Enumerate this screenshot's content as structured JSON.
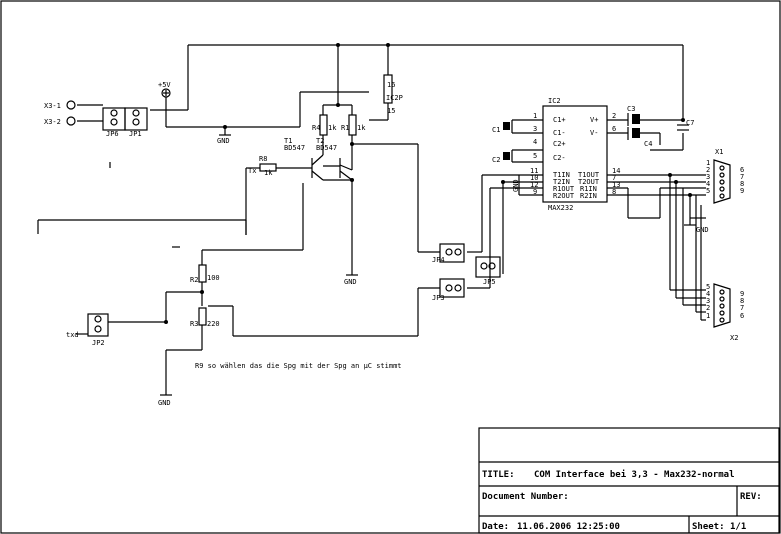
{
  "title_block": {
    "title_label": "TITLE:",
    "title_value": "COM Interface bei 3,3 - Max232-normal",
    "doc_number_label": "Document Number:",
    "rev_label": "REV:",
    "date_label": "Date:",
    "date_value": "11.06.2006 12:25:00",
    "sheet_label": "Sheet:",
    "sheet_value": "1/1"
  },
  "connectors": {
    "x3_1": "X3-1",
    "x3_2": "X3-2",
    "jp6": "JP6",
    "jp1": "JP1",
    "jp2": "JP2",
    "jp3": "JP3",
    "jp4": "JP4",
    "jp5": "JP5",
    "x1": "X1",
    "x2": "X2",
    "txd": "txd"
  },
  "power": {
    "plus5v": "+5V",
    "gnd": "GND"
  },
  "components": {
    "t1": "T1",
    "t1_type": "BD547",
    "t2": "T2",
    "t2_type": "BD547",
    "r4": "R4",
    "r4_val": "1k",
    "r1": "R1",
    "r1_val": "1k",
    "r8": "R8",
    "r8_val": "1k",
    "tx_label": "Tx",
    "r2": "R2",
    "r2_val": "100",
    "r3": "R3",
    "r3_val": "220",
    "ic2p": "IC2P",
    "ic2p_pin16": "16",
    "ic2p_pin15": "15",
    "ic2": "IC2",
    "ic2_type": "MAX232",
    "c1": "C1",
    "c2": "C2",
    "c3": "C3",
    "c4": "C4",
    "c7": "C7"
  },
  "ic_pins": {
    "left": [
      {
        "name": "C1+",
        "num": "1"
      },
      {
        "name": "C1-",
        "num": "3"
      },
      {
        "name": "C2+",
        "num": "4"
      },
      {
        "name": "C2-",
        "num": "5"
      },
      {
        "name": "T1IN",
        "num": "11"
      },
      {
        "name": "T2IN",
        "num": "10"
      },
      {
        "name": "R1OUT",
        "num": "12"
      },
      {
        "name": "R2OUT",
        "num": "9"
      }
    ],
    "right": [
      {
        "name": "V+",
        "num": "2"
      },
      {
        "name": "V-",
        "num": "6"
      },
      {
        "name": "T1OUT",
        "num": "14"
      },
      {
        "name": "T2OUT",
        "num": "7"
      },
      {
        "name": "R1IN",
        "num": "13"
      },
      {
        "name": "R2IN",
        "num": "8"
      }
    ]
  },
  "dsub_pins": {
    "x1_left": [
      "1",
      "2",
      "3",
      "4",
      "5"
    ],
    "x1_right": [
      "6",
      "7",
      "8",
      "9"
    ],
    "x2_left": [
      "5",
      "4",
      "3",
      "2",
      "1"
    ],
    "x2_right": [
      "9",
      "8",
      "7",
      "6"
    ]
  },
  "note": "R9 so wählen das die Spg mit der Spg an µC stimmt"
}
